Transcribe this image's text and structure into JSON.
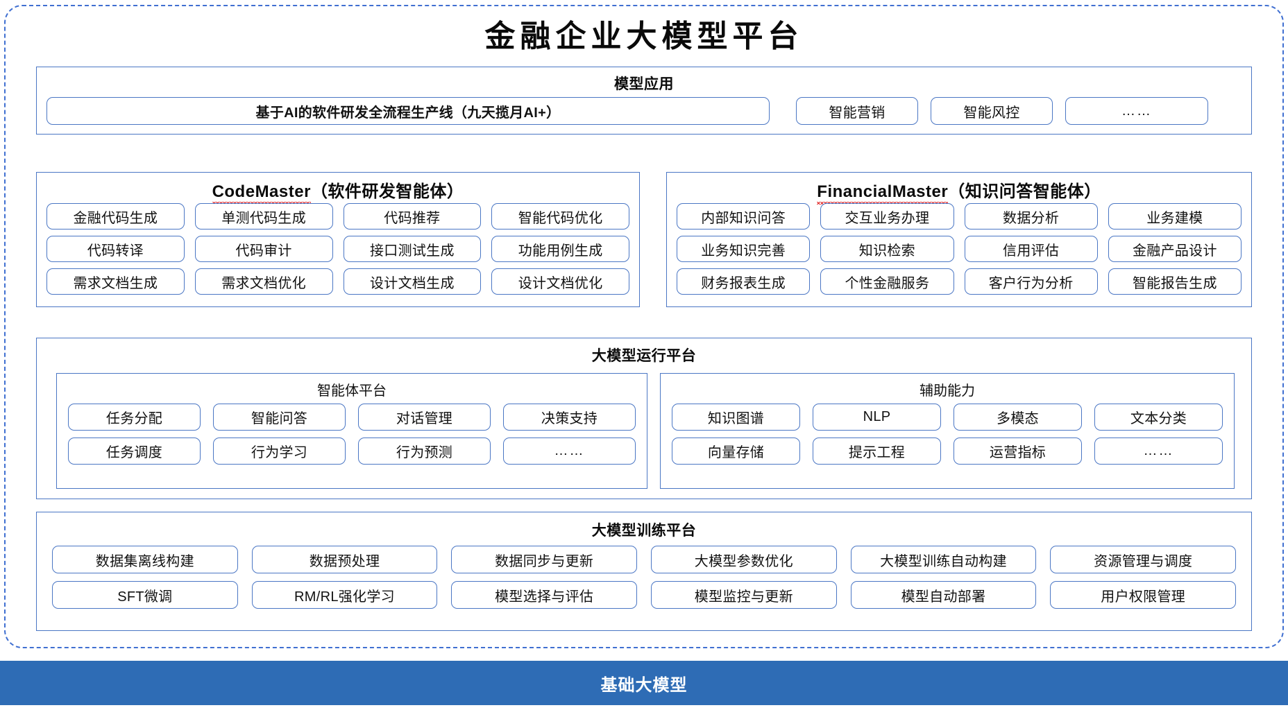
{
  "title": "金融企业大模型平台",
  "colors": {
    "frame_border": "#3f6fd1",
    "panel_border": "#4a76c4",
    "base_bar_bg": "#2e6cb5",
    "base_bar_text": "#ffffff",
    "spellcheck_underline": "#e02020"
  },
  "model_application": {
    "title": "模型应用",
    "items": [
      "基于AI的软件研发全流程生产线（九天揽月AI+）",
      "智能营销",
      "智能风控",
      "……"
    ]
  },
  "code_master": {
    "title_en": "CodeMaster",
    "title_cn": "（软件研发智能体）",
    "rows": [
      [
        "金融代码生成",
        "单测代码生成",
        "代码推荐",
        "智能代码优化"
      ],
      [
        "代码转译",
        "代码审计",
        "接口测试生成",
        "功能用例生成"
      ],
      [
        "需求文档生成",
        "需求文档优化",
        "设计文档生成",
        "设计文档优化"
      ]
    ]
  },
  "financial_master": {
    "title_en": "FinancialMaster",
    "title_cn": "（知识问答智能体）",
    "rows": [
      [
        "内部知识问答",
        "交互业务办理",
        "数据分析",
        "业务建模"
      ],
      [
        "业务知识完善",
        "知识检索",
        "信用评估",
        "金融产品设计"
      ],
      [
        "财务报表生成",
        "个性金融服务",
        "客户行为分析",
        "智能报告生成"
      ]
    ]
  },
  "runtime_platform": {
    "title": "大模型运行平台",
    "agent_platform": {
      "title": "智能体平台",
      "rows": [
        [
          "任务分配",
          "智能问答",
          "对话管理",
          "决策支持"
        ],
        [
          "任务调度",
          "行为学习",
          "行为预测",
          "……"
        ]
      ]
    },
    "auxiliary_capability": {
      "title": "辅助能力",
      "rows": [
        [
          "知识图谱",
          "NLP",
          "多模态",
          "文本分类"
        ],
        [
          "向量存储",
          "提示工程",
          "运营指标",
          "……"
        ]
      ]
    }
  },
  "training_platform": {
    "title": "大模型训练平台",
    "rows": [
      [
        "数据集离线构建",
        "数据预处理",
        "数据同步与更新",
        "大模型参数优化",
        "大模型训练自动构建",
        "资源管理与调度"
      ],
      [
        "SFT微调",
        "RM/RL强化学习",
        "模型选择与评估",
        "模型监控与更新",
        "模型自动部署",
        "用户权限管理"
      ]
    ]
  },
  "base_model": {
    "label": "基础大模型"
  }
}
